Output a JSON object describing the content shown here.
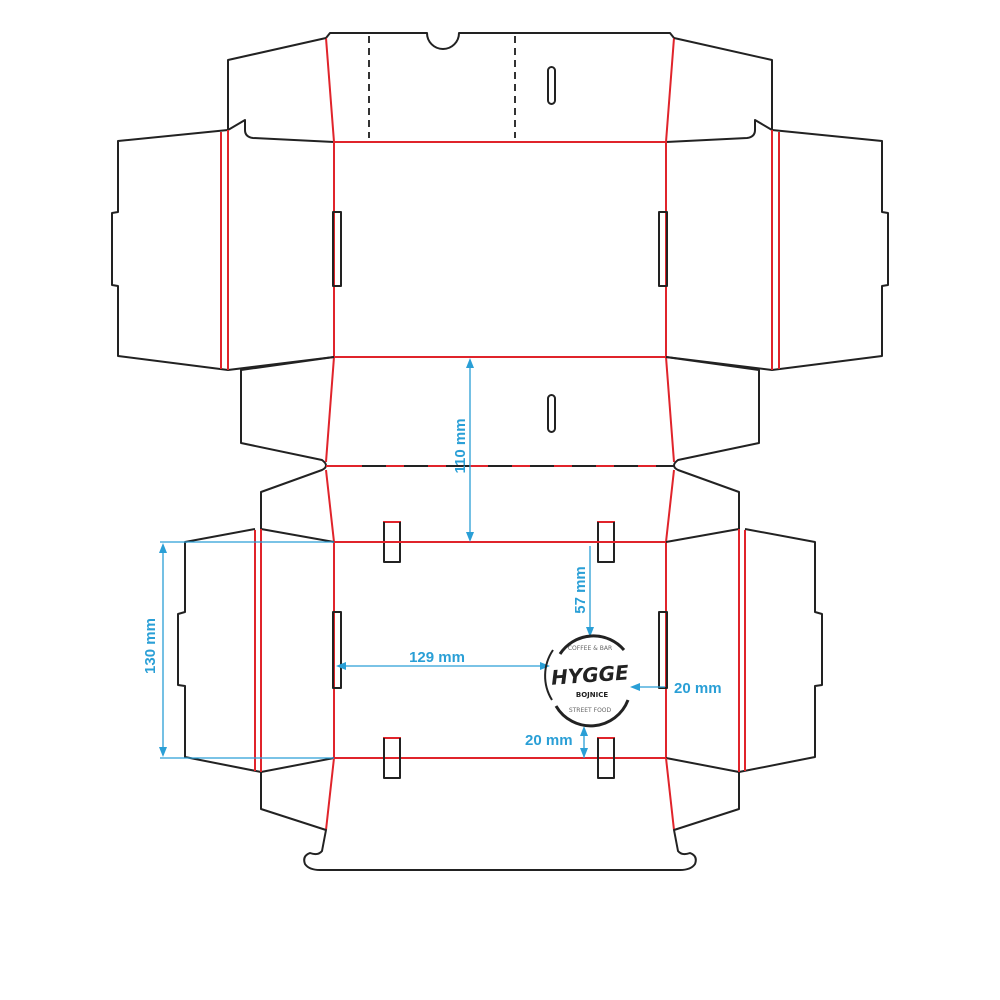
{
  "diagram": {
    "title": "Box dieline",
    "colors": {
      "cut": "#222222",
      "crease": "#e0242b",
      "dimension": "#2a9fd6"
    },
    "dimensions": {
      "lid_depth": "110 mm",
      "panel_height": "130 mm",
      "logo_from_left": "129 mm",
      "logo_from_top": "57 mm",
      "logo_from_right": "20 mm",
      "logo_from_bottom": "20 mm"
    },
    "logo": {
      "name": "HYGGE",
      "town": "BOJNICE",
      "top_text": "COFFEE & BAR",
      "bottom_text": "STREET FOOD"
    }
  }
}
